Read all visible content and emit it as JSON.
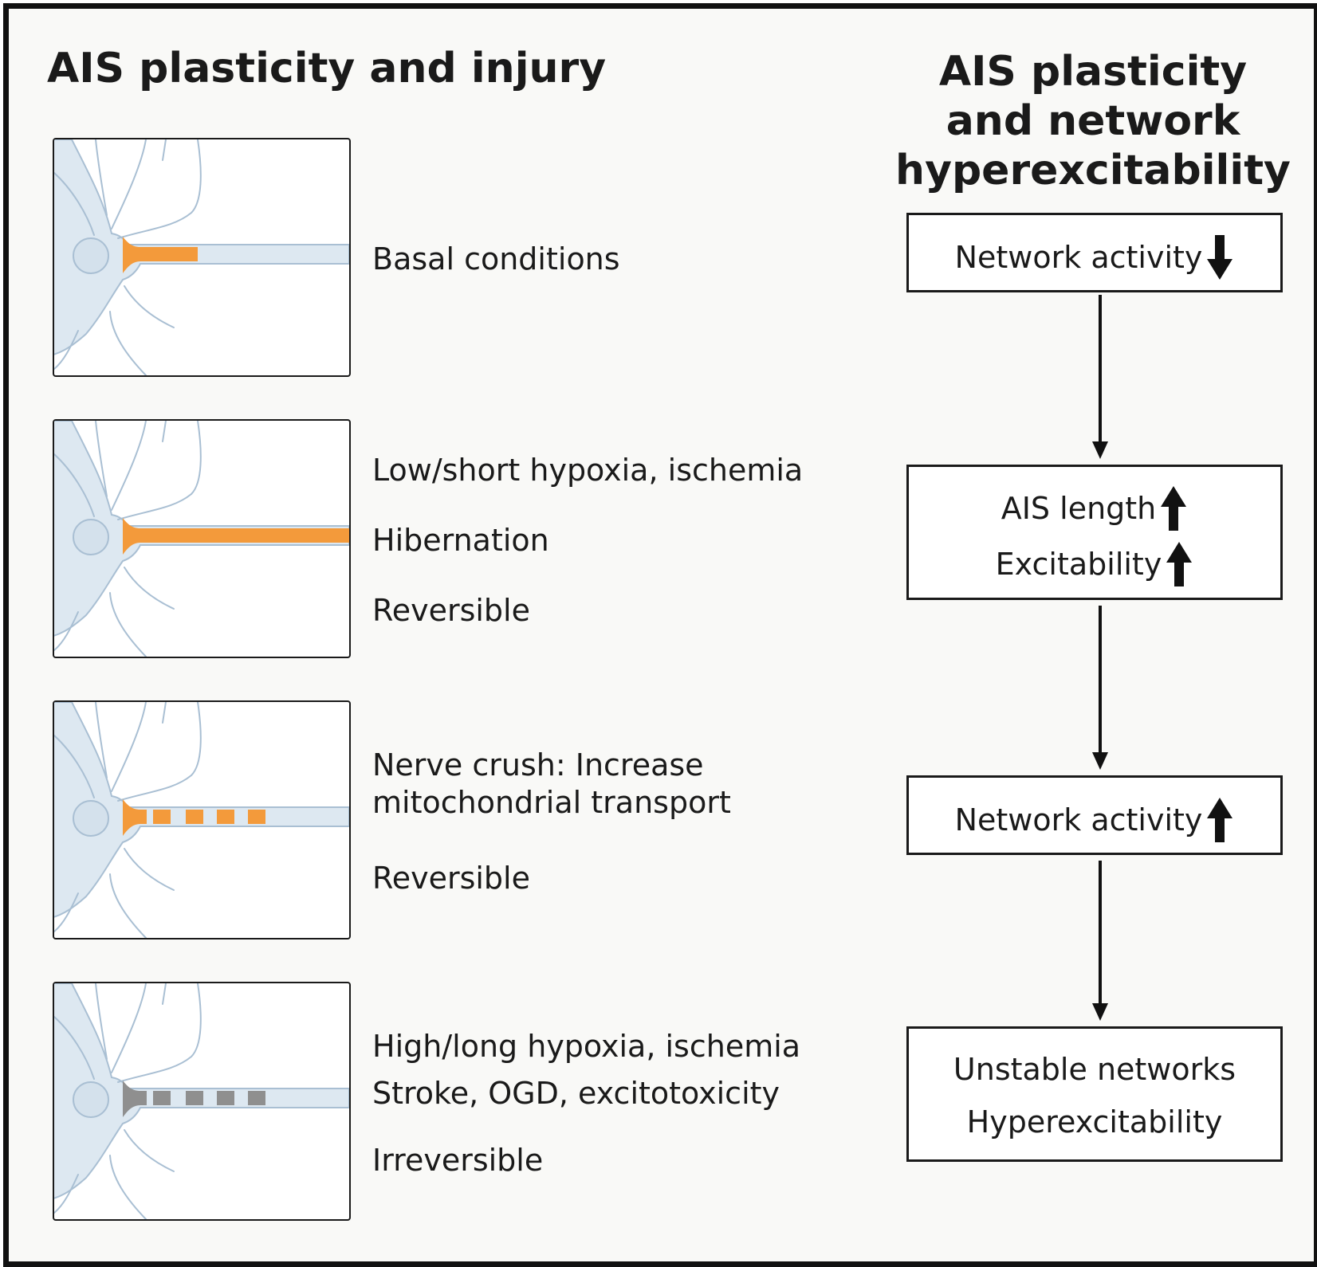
{
  "left_title": "AIS plasticity and injury",
  "right_title": "AIS plasticity and network hyperexcitability",
  "colors": {
    "ais_intact": "#f39a3b",
    "ais_damaged": "#8f8f8f",
    "neuron_fill": "#dde8f1",
    "neuron_outline": "#a9bfd3",
    "frame": "#111111"
  },
  "panels": [
    {
      "ais_state": "basal",
      "lines": [
        "Basal conditions"
      ]
    },
    {
      "ais_state": "elongated",
      "lines": [
        "Low/short hypoxia, ischemia",
        "Hibernation",
        "Reversible"
      ]
    },
    {
      "ais_state": "fragmented",
      "lines": [
        "Nerve crush: Increase",
        "mitochondrial transport",
        "Reversible"
      ]
    },
    {
      "ais_state": "degraded",
      "lines": [
        "High/long hypoxia, ischemia",
        "Stroke, OGD, excitotoxicity",
        "Irreversible"
      ]
    }
  ],
  "flow": [
    {
      "lines": [
        {
          "text": "Network activity",
          "arrow": "down"
        }
      ]
    },
    {
      "lines": [
        {
          "text": "AIS length",
          "arrow": "up"
        },
        {
          "text": "Excitability",
          "arrow": "up"
        }
      ]
    },
    {
      "lines": [
        {
          "text": "Network activity",
          "arrow": "up"
        }
      ]
    },
    {
      "lines": [
        {
          "text": "Unstable networks",
          "arrow": ""
        },
        {
          "text": "Hyperexcitability",
          "arrow": ""
        }
      ]
    }
  ]
}
